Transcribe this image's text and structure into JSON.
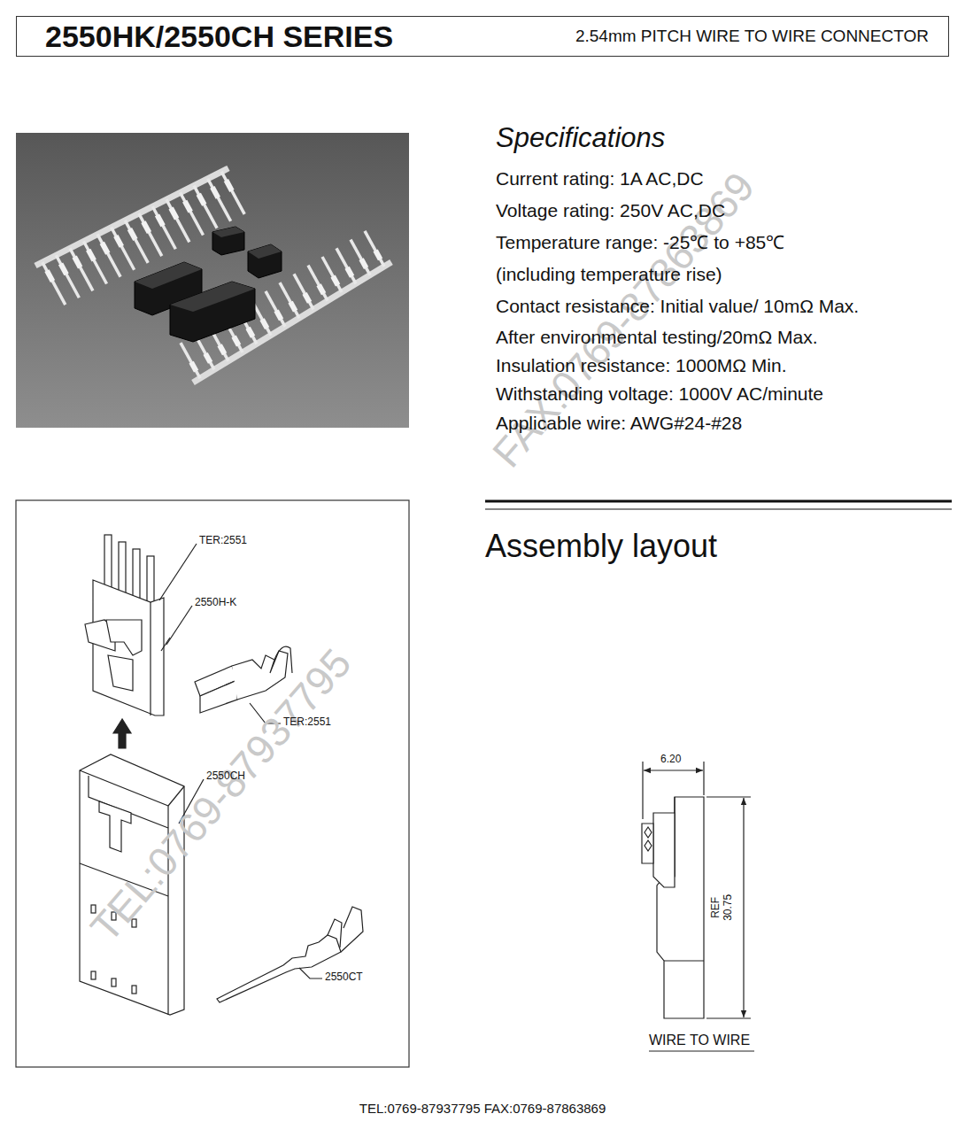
{
  "diagram": {
    "nodes": [
      {
        "text": [
          "2550HK/2550CH SERIES",
          "2.54mm PITCH WIRE TO WIRE CONNECTOR"
        ]
      }
    ],
    "labels": [
      "Specifications",
      "Current rating: 1A AC,DC",
      "Voltage rating: 250V AC,DC",
      "Temperature range: -25℃ to +85℃",
      "(including temperature rise)",
      "Contact resistance: Initial value/ 10mΩ Max.",
      "After environmental testing/20mΩ Max.",
      "Insulation resistance: 1000MΩ Min.",
      "Withstanding voltage: 1000V AC/minute",
      "Applicable wire: AWG#24-#28",
      "Assembly layout",
      "TER:2551",
      "2550H-K",
      "TER:2551",
      "2550CH",
      "2550CT",
      "6.20",
      "REF 30.75",
      "WIRE TO WIRE",
      "FAX:0769-87863869",
      "TEL:0769-87937795",
      "TEL:0769-87937795 FAX:0769-87863869"
    ]
  }
}
